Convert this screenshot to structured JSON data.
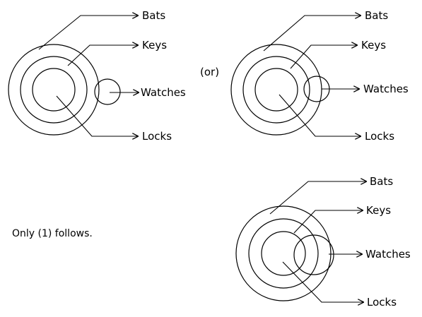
{
  "diagrams": [
    {
      "labels": {
        "bats": "Bats",
        "keys": "Keys",
        "watches": "Watches",
        "locks": "Locks"
      }
    },
    {
      "labels": {
        "bats": "Bats",
        "keys": "Keys",
        "watches": "Watches",
        "locks": "Locks"
      }
    },
    {
      "labels": {
        "bats": "Bats",
        "keys": "Keys",
        "watches": "Watches",
        "locks": "Locks"
      }
    }
  ],
  "separator": "(or)",
  "conclusion": "Only (1) follows."
}
